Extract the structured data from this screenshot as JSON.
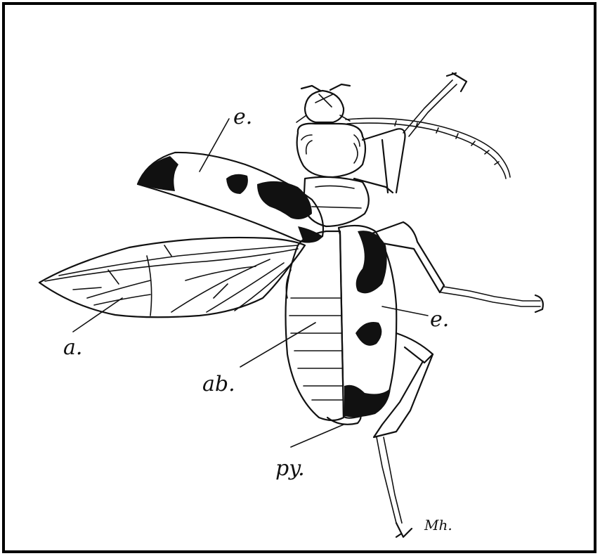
{
  "labels": {
    "elytron_upper": "e.",
    "elytron_right": "e.",
    "wing": "a.",
    "abdomen": "ab.",
    "pygidium": "py.",
    "signature": "Mh."
  }
}
